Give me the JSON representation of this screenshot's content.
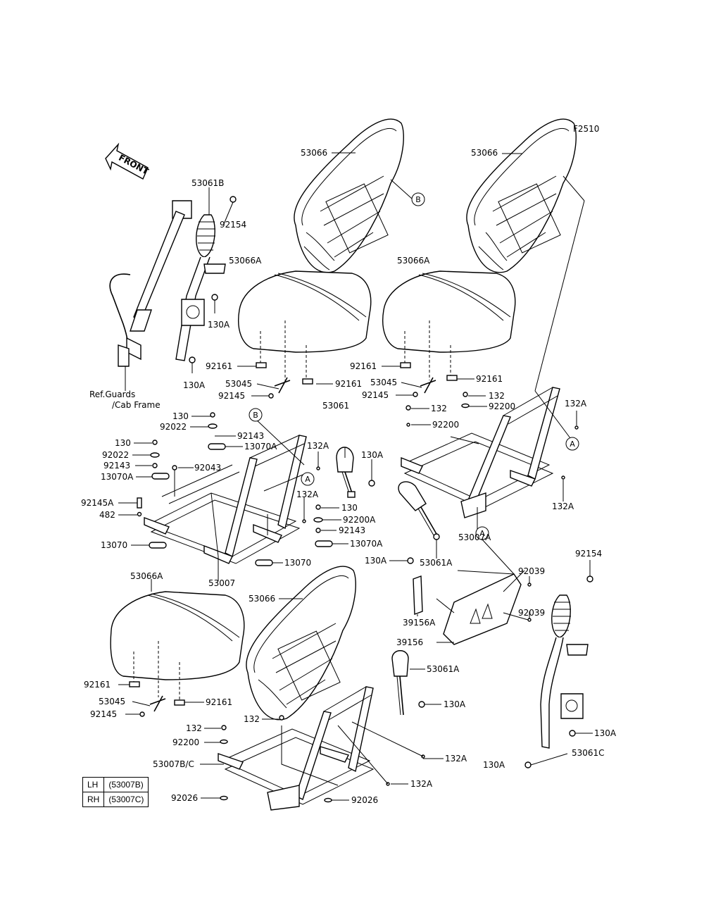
{
  "diagram_id": "F2510",
  "front_arrow_label": "FRONT",
  "ref_label_line1": "Ref.Guards",
  "ref_label_line2": "/Cab Frame",
  "callouts": {
    "A": "A",
    "B": "B"
  },
  "parts": {
    "seat_back": "53066",
    "seat_cushion": "53066A",
    "seat_frame": "53007",
    "seat_frame_a": "53007A",
    "seat_frame_bc": "53007B/C",
    "belt_b": "53061B",
    "belt": "53061",
    "belt_a": "53061A",
    "belt_c": "53061C",
    "stopper": "53045",
    "bolt_130": "130",
    "bolt_130a": "130A",
    "bolt_132": "132",
    "bolt_132a": "132A",
    "nut_92154": "92154",
    "nut_92161": "92161",
    "clip_92145": "92145",
    "clip_92145a": "92145A",
    "washer_92022": "92022",
    "washer_92143": "92143",
    "collar_92043": "92043",
    "washer_92200": "92200",
    "washer_92200a": "92200A",
    "rubber_13070": "13070",
    "rubber_13070a": "13070A",
    "pin_482": "482",
    "screw_92039": "92039",
    "bracket_39156": "39156",
    "bracket_39156a": "39156A",
    "washer_92026": "92026"
  },
  "variant_table": {
    "rows": [
      {
        "side": "LH",
        "part": "(53007B)"
      },
      {
        "side": "RH",
        "part": "(53007C)"
      }
    ]
  }
}
